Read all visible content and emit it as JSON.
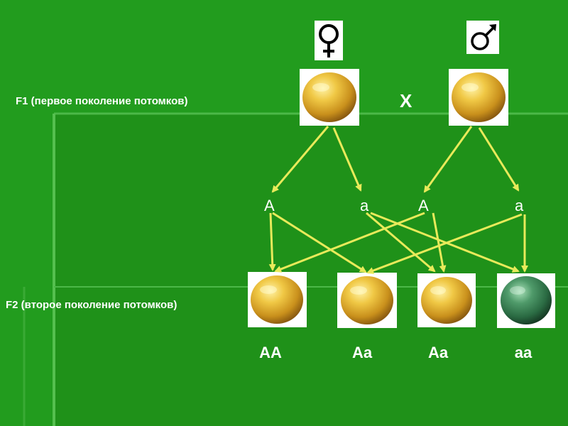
{
  "labels": {
    "f1": "F1 (первое поколение потомков)",
    "f2": "F2 (второе поколение потомков)",
    "cross": "X"
  },
  "parents": [
    {
      "symbol": "female-symbol-icon",
      "color": "yellow"
    },
    {
      "symbol": "male-symbol-icon",
      "color": "yellow"
    }
  ],
  "gametes": [
    "A",
    "a",
    "A",
    "a"
  ],
  "offspring": [
    {
      "genotype": "AA",
      "color": "yellow"
    },
    {
      "genotype": "Aa",
      "color": "yellow"
    },
    {
      "genotype": "Aa",
      "color": "yellow"
    },
    {
      "genotype": "aa",
      "color": "green"
    }
  ],
  "colors": {
    "background": "#229c1e",
    "arrow": "#e8ea5a",
    "yellow_pea": "#e0b030",
    "green_pea": "#2f7a4e"
  }
}
